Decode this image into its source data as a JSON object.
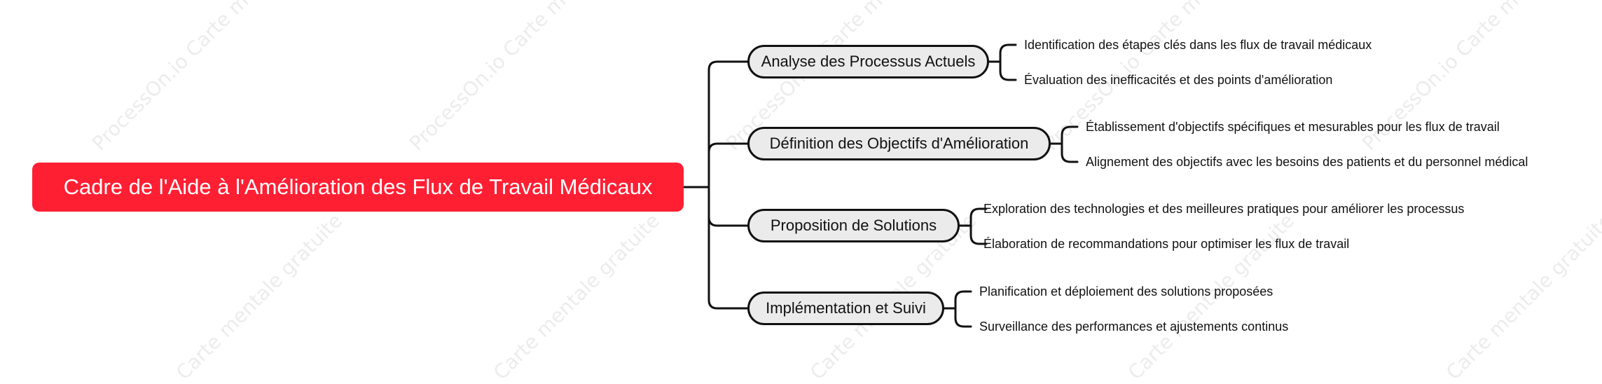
{
  "mindmap": {
    "root": "Cadre de l'Aide à l'Amélioration des Flux de Travail Médicaux",
    "branches": [
      {
        "title": "Analyse des Processus Actuels",
        "children": [
          "Identification des étapes clés dans les flux de travail médicaux",
          "Évaluation des inefficacités et des points d'amélioration"
        ]
      },
      {
        "title": "Définition des Objectifs d'Amélioration",
        "children": [
          "Établissement d'objectifs spécifiques et mesurables pour les flux de travail",
          "Alignement des objectifs avec les besoins des patients et du personnel médical"
        ]
      },
      {
        "title": "Proposition de Solutions",
        "children": [
          "Exploration des technologies et des meilleures pratiques pour améliorer les processus",
          "Élaboration de recommandations pour optimiser les flux de travail"
        ]
      },
      {
        "title": "Implémentation et Suivi",
        "children": [
          "Planification et déploiement des solutions proposées",
          "Surveillance des performances et ajustements continus"
        ]
      }
    ]
  },
  "watermarks": {
    "upper": "ProcessOn.io Carte mentale gratuite",
    "lower": "Carte mentale gratuite"
  },
  "colors": {
    "root_fill": "#ff1f33",
    "branch_fill": "#ebebeb",
    "line": "#111111"
  }
}
